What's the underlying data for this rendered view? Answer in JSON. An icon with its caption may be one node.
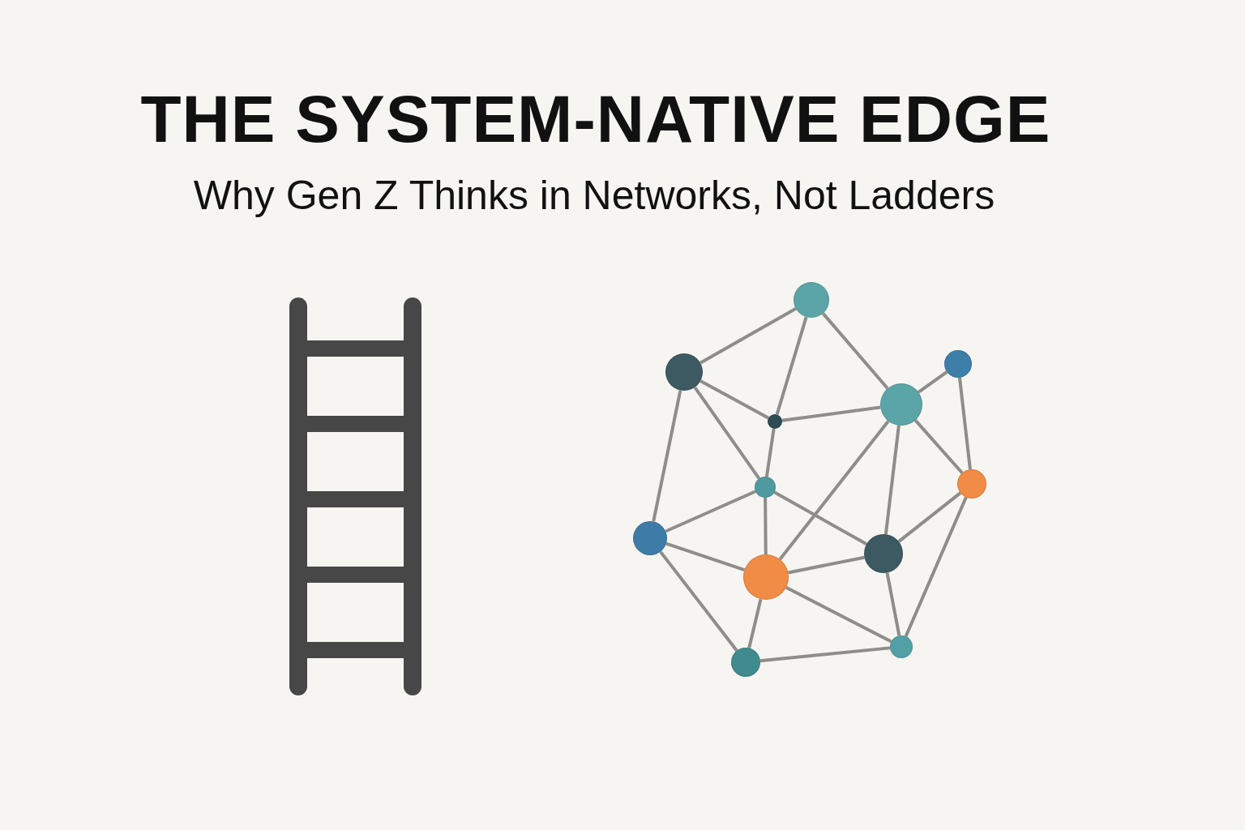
{
  "diagram": {
    "title": "THE SYSTEM-NATIVE EDGE",
    "labels": [
      "Why Gen Z Thinks in Networks, Not Ladders"
    ],
    "nodes": [
      {
        "text": [],
        "shape": "circle"
      },
      {
        "text": [],
        "shape": "circle"
      },
      {
        "text": [],
        "shape": "circle"
      },
      {
        "text": [],
        "shape": "circle"
      },
      {
        "text": [],
        "shape": "circle"
      },
      {
        "text": [],
        "shape": "circle"
      },
      {
        "text": [],
        "shape": "circle"
      },
      {
        "text": [],
        "shape": "circle"
      },
      {
        "text": [],
        "shape": "circle"
      },
      {
        "text": [],
        "shape": "circle"
      },
      {
        "text": [],
        "shape": "circle"
      },
      {
        "text": [],
        "shape": "circle"
      }
    ],
    "edges": [
      {
        "from": 0,
        "to": 1,
        "arrow": "none"
      },
      {
        "from": 0,
        "to": 4,
        "arrow": "none"
      },
      {
        "from": 0,
        "to": 3,
        "arrow": "none"
      },
      {
        "from": 1,
        "to": 4,
        "arrow": "none"
      },
      {
        "from": 1,
        "to": 6,
        "arrow": "none"
      },
      {
        "from": 1,
        "to": 7,
        "arrow": "none"
      },
      {
        "from": 4,
        "to": 3,
        "arrow": "none"
      },
      {
        "from": 4,
        "to": 6,
        "arrow": "none"
      },
      {
        "from": 2,
        "to": 3,
        "arrow": "none"
      },
      {
        "from": 2,
        "to": 5,
        "arrow": "none"
      },
      {
        "from": 3,
        "to": 5,
        "arrow": "none"
      },
      {
        "from": 3,
        "to": 8,
        "arrow": "none"
      },
      {
        "from": 3,
        "to": 9,
        "arrow": "none"
      },
      {
        "from": 6,
        "to": 7,
        "arrow": "none"
      },
      {
        "from": 6,
        "to": 9,
        "arrow": "none"
      },
      {
        "from": 6,
        "to": 8,
        "arrow": "none"
      },
      {
        "from": 7,
        "to": 9,
        "arrow": "none"
      },
      {
        "from": 7,
        "to": 11,
        "arrow": "none"
      },
      {
        "from": 9,
        "to": 8,
        "arrow": "none"
      },
      {
        "from": 9,
        "to": 11,
        "arrow": "none"
      },
      {
        "from": 9,
        "to": 10,
        "arrow": "none"
      },
      {
        "from": 8,
        "to": 5,
        "arrow": "none"
      },
      {
        "from": 8,
        "to": 10,
        "arrow": "none"
      },
      {
        "from": 5,
        "to": 10,
        "arrow": "none"
      },
      {
        "from": 11,
        "to": 10,
        "arrow": "none"
      }
    ]
  }
}
